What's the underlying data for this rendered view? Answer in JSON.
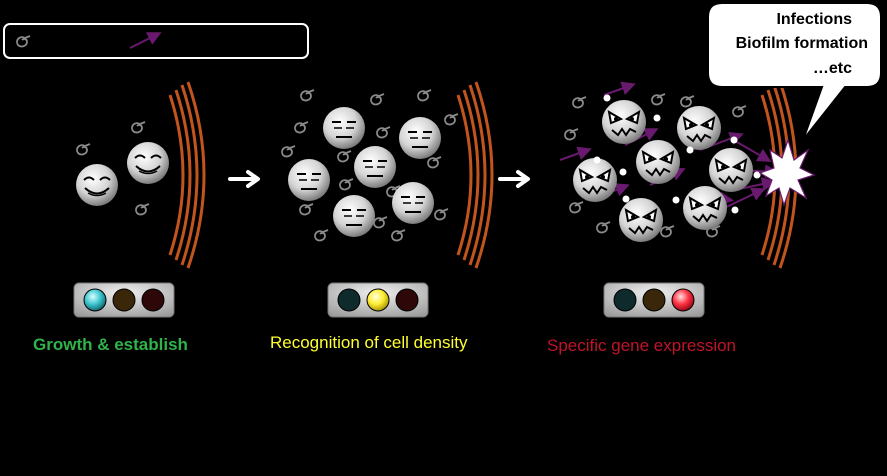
{
  "legend": {
    "box": ""
  },
  "stages": [
    {
      "id": "growth",
      "caption": "Growth & establish",
      "caption_color": "#2fb34a",
      "active_light": 1
    },
    {
      "id": "recognition",
      "caption": "Recognition of cell density",
      "caption_color": "#ffff33",
      "active_light": 2
    },
    {
      "id": "expression",
      "caption": "Specific gene expression",
      "caption_color": "#c0132a",
      "active_light": 3
    }
  ],
  "bubble": {
    "lines": [
      "Infections",
      "Biofilm formation",
      "…etc"
    ]
  },
  "colors": {
    "background": "#000000",
    "wall": "#c2541e",
    "arrow": "#ffffff",
    "light_active_1": "#3ec6d0",
    "light_active_2": "#ffee33",
    "light_active_3": "#ff3344",
    "light_off_dark": "#0e2a2a",
    "light_off_brown": "#3a2608",
    "light_off_maroon": "#2e0808",
    "signal": "#6a1a6e"
  },
  "icons": {
    "signal-molecule": "curl",
    "happy-cell": "smiling-face",
    "neutral-cell": "neutral-face",
    "angry-cell": "angry-face",
    "burst": "star-burst"
  }
}
